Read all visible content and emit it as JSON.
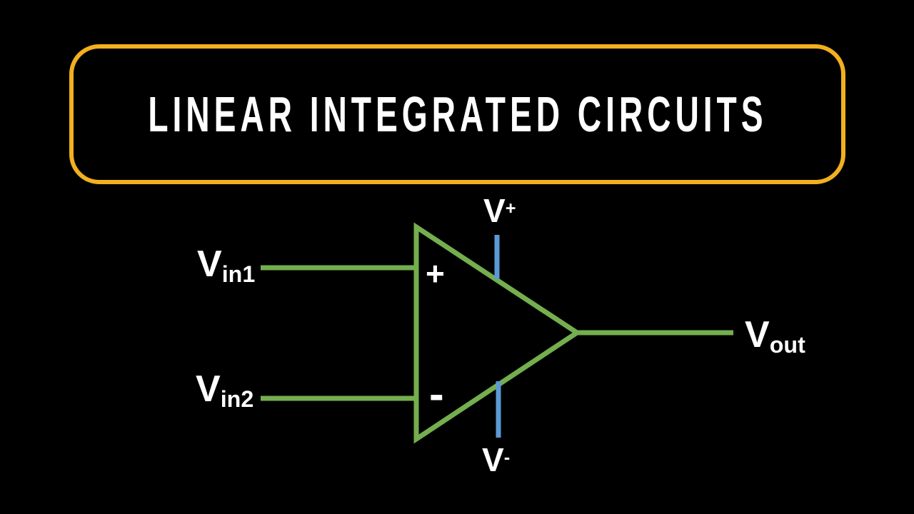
{
  "title": "LINEAR INTEGRATED CIRCUITS",
  "colors": {
    "background": "#000000",
    "title_border": "#F2B01E",
    "title_text": "#FFFFFF",
    "wire_green": "#74AE4E",
    "supply_blue": "#5B9BD5",
    "label_white": "#FFFFFF"
  },
  "diagram": {
    "input1": {
      "base": "V",
      "sub": "in1"
    },
    "input2": {
      "base": "V",
      "sub": "in2"
    },
    "output": {
      "base": "V",
      "sub": "out"
    },
    "supply_positive": {
      "base": "V",
      "sup": "+"
    },
    "supply_negative": {
      "base": "V",
      "sup": "-"
    },
    "noninverting_sign": "+",
    "inverting_sign": "-"
  }
}
